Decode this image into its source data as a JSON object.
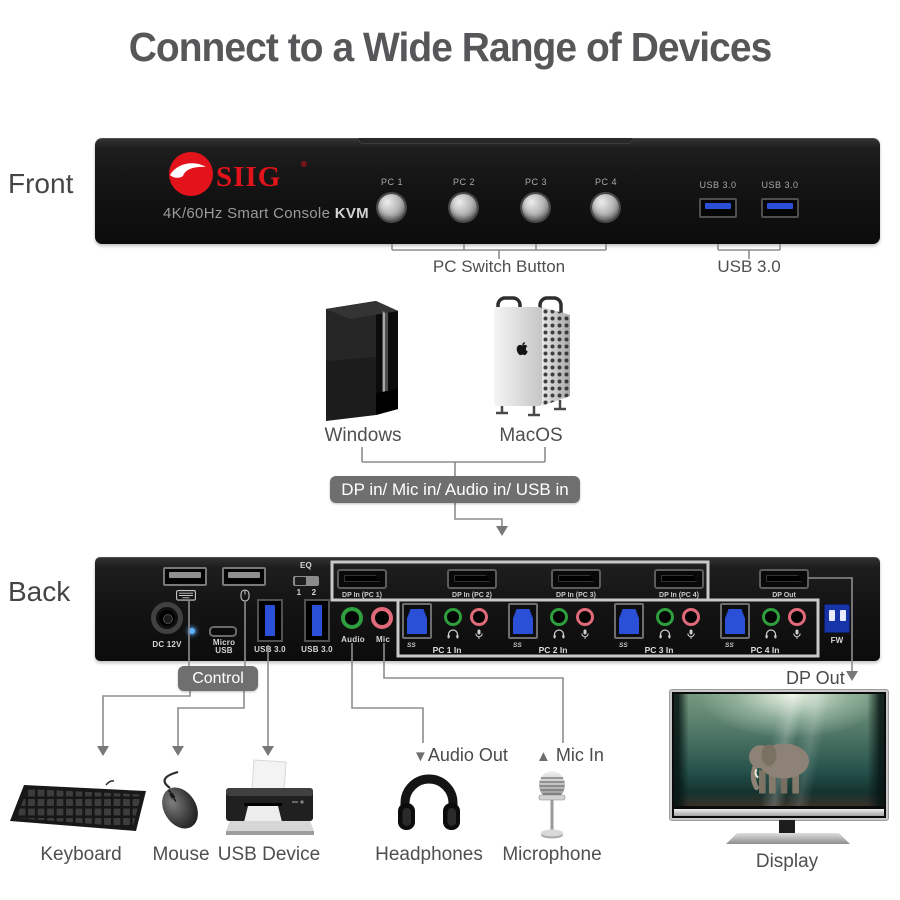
{
  "title": "Connect to a Wide Range of Devices",
  "front": {
    "section_label": "Front",
    "brand": "SIIG",
    "brand_mark": "®",
    "model": "4K/60Hz Smart Console",
    "model_bold": "KVM",
    "buttons": [
      "PC 1",
      "PC 2",
      "PC 3",
      "PC 4"
    ],
    "usb_labels": [
      "USB 3.0",
      "USB 3.0"
    ],
    "ann_switch": "PC Switch Button",
    "ann_usb": "USB 3.0"
  },
  "computers": {
    "windows": "Windows",
    "macos": "MacOS"
  },
  "flow_label": "DP in/ Mic in/ Audio in/ USB in",
  "back": {
    "section_label": "Back",
    "dc_label": "DC 12V",
    "micro_usb_line1": "Micro",
    "micro_usb_line2": "USB",
    "usb3_labels": [
      "USB 3.0",
      "USB 3.0"
    ],
    "eq_label": "EQ",
    "eq_1": "1",
    "eq_2": "2",
    "dp_in": [
      "DP In (PC 1)",
      "DP In (PC 2)",
      "DP In (PC 3)",
      "DP In (PC 4)"
    ],
    "dp_out_label": "DP Out",
    "audio_label": "Audio",
    "mic_label": "Mic",
    "pc_in": [
      "PC 1 In",
      "PC 2 In",
      "PC 3 In",
      "PC 4 In"
    ],
    "ss_logo": "SS",
    "fw_label": "FW",
    "control_label": "Control"
  },
  "annotations": {
    "audio_out": "Audio Out",
    "mic_in": "Mic In",
    "dp_out": "DP Out",
    "arrow_down": "▼",
    "arrow_up": "▲"
  },
  "peripherals": {
    "keyboard": "Keyboard",
    "mouse": "Mouse",
    "usb_device": "USB Device",
    "headphones": "Headphones",
    "microphone": "Microphone",
    "display": "Display"
  },
  "colors": {
    "accent_red": "#e2131a",
    "usb_blue": "#2b50d8",
    "audio_green": "#2f9e3f",
    "mic_pink": "#e0697a",
    "callout_gray": "#6f6f6f"
  }
}
